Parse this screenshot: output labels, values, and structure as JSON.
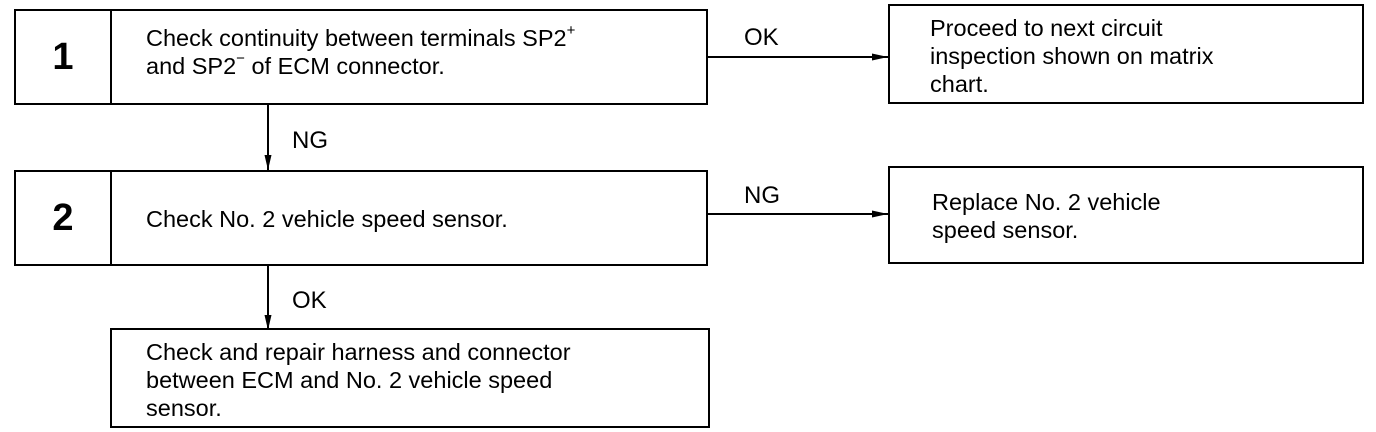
{
  "steps": [
    {
      "number": "1",
      "line1_a": "Check continuity between terminals SP2",
      "line1_sup": "+",
      "line2_a": "and SP2",
      "line2_sup": "−",
      "line2_b": " of ECM connector."
    },
    {
      "number": "2",
      "text": "Check No. 2 vehicle speed sensor."
    }
  ],
  "results": {
    "step1_ok": "Proceed to next circuit\ninspection shown on matrix\nchart.",
    "step2_ng": "Replace No. 2 vehicle\nspeed sensor.",
    "step2_ok": "Check and repair harness and connector\nbetween ECM and No. 2 vehicle speed\nsensor."
  },
  "labels": {
    "step1_ok": "OK",
    "step1_ng": "NG",
    "step2_ng": "NG",
    "step2_ok": "OK"
  }
}
